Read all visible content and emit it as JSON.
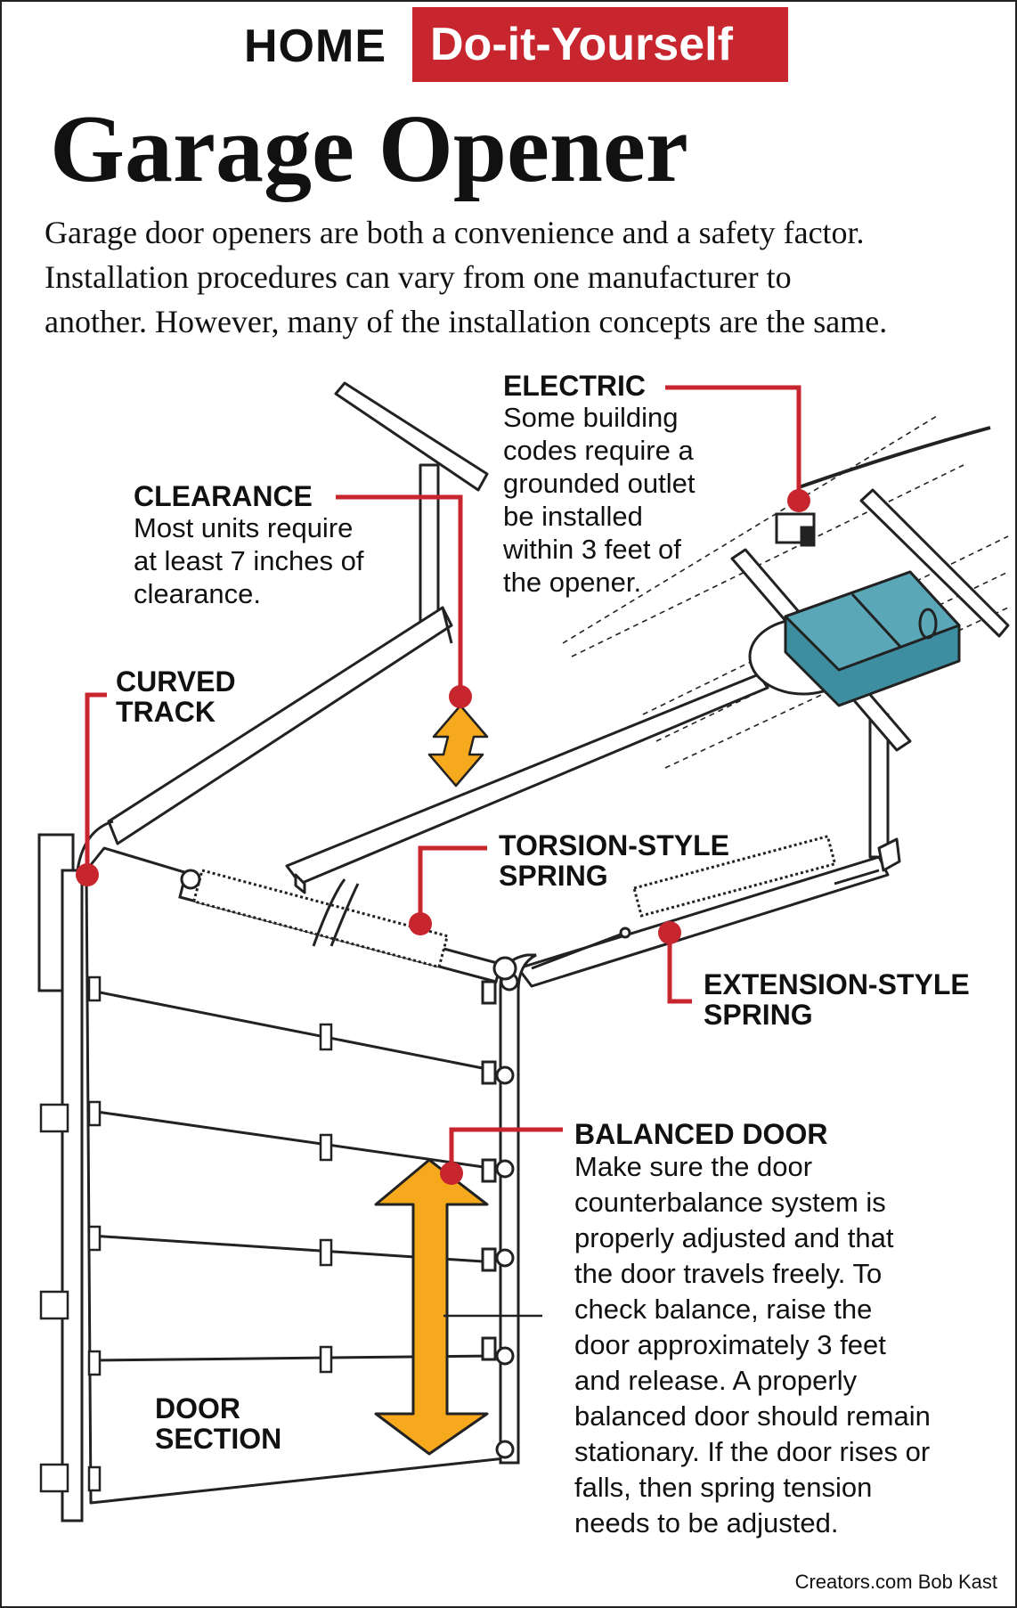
{
  "header": {
    "home": "HOME",
    "diy": "Do-it-Yourself"
  },
  "title": "Garage Opener",
  "intro": "Garage door openers are both a convenience and a safety factor.\nInstallation procedures can vary from one manufacturer to\nanother. However, many of the installation concepts are the same.",
  "callouts": {
    "electric": {
      "heading": "ELECTRIC",
      "body": "Some building\ncodes require a\ngrounded outlet\nbe installed\nwithin 3 feet of\nthe opener."
    },
    "clearance": {
      "heading": "CLEARANCE",
      "body": "Most units require\nat least 7 inches of\nclearance."
    },
    "curved_track": {
      "heading": "CURVED\nTRACK"
    },
    "torsion_spring": {
      "heading": "TORSION-STYLE\nSPRING"
    },
    "extension_spring": {
      "heading": "EXTENSION-STYLE\nSPRING"
    },
    "balanced_door": {
      "heading": "BALANCED DOOR",
      "body": "Make sure the door\ncounterbalance system is\nproperly adjusted and that\nthe door travels freely. To\ncheck balance, raise the\ndoor approximately 3 feet\nand release. A properly\nbalanced door should remain\nstationary. If the door rises or\nfalls, then spring tension\nneeds to be adjusted."
    },
    "door_section": {
      "heading": "DOOR\nSECTION"
    }
  },
  "credit": "Creators.com Bob Kast",
  "colors": {
    "accent_red": "#c8262e",
    "arrow_orange": "#f6a91c",
    "opener_teal": "#3d8ea0"
  }
}
